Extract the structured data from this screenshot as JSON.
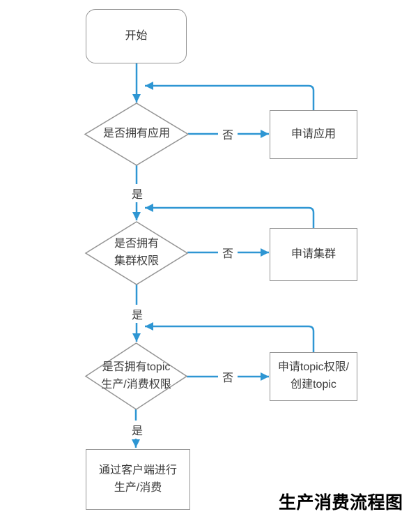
{
  "diagram": {
    "title": "生产消费流程图",
    "nodes": {
      "start": {
        "type": "terminator",
        "label": "开始"
      },
      "check_app": {
        "type": "decision",
        "label": "是否拥有应用"
      },
      "apply_app": {
        "type": "process",
        "label": "申请应用"
      },
      "check_cluster": {
        "type": "decision",
        "label": "是否拥有\n集群权限"
      },
      "apply_cluster": {
        "type": "process",
        "label": "申请集群"
      },
      "check_topic": {
        "type": "decision",
        "label": "是否拥有topic\n生产/消费权限"
      },
      "apply_topic": {
        "type": "process",
        "label": "申请topic权限/\n创建topic"
      },
      "produce_consume": {
        "type": "process",
        "label": "通过客户端进行\n生产/消费"
      }
    },
    "edge_labels": {
      "yes": "是",
      "no": "否"
    },
    "edges": [
      {
        "from": "start",
        "to": "check_app",
        "label": ""
      },
      {
        "from": "check_app",
        "to": "apply_app",
        "label": "否"
      },
      {
        "from": "apply_app",
        "to": "check_app",
        "label": ""
      },
      {
        "from": "check_app",
        "to": "check_cluster",
        "label": "是"
      },
      {
        "from": "check_cluster",
        "to": "apply_cluster",
        "label": "否"
      },
      {
        "from": "apply_cluster",
        "to": "check_cluster",
        "label": ""
      },
      {
        "from": "check_cluster",
        "to": "check_topic",
        "label": "是"
      },
      {
        "from": "check_topic",
        "to": "apply_topic",
        "label": "否"
      },
      {
        "from": "apply_topic",
        "to": "check_topic",
        "label": ""
      },
      {
        "from": "check_topic",
        "to": "produce_consume",
        "label": "是"
      }
    ],
    "colors": {
      "connector": "#2e96d3",
      "node_border": "#949494",
      "node_text": "#3b3b3b",
      "title_text": "#000000",
      "background": "#ffffff"
    }
  }
}
